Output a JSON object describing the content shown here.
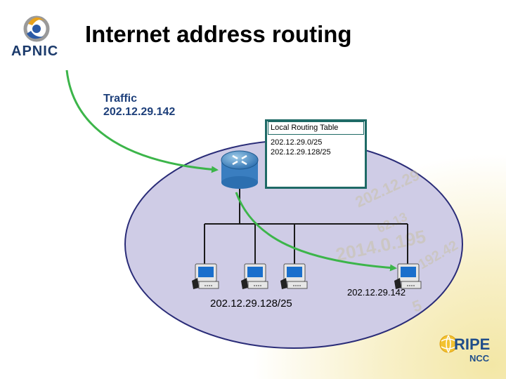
{
  "title": "Internet address routing",
  "logo_apnic": {
    "text": "APNIC",
    "icon": "apnic-swirl-logo"
  },
  "logo_ripe": {
    "text_top": "RIPE",
    "text_bottom": "NCC",
    "icon": "ripe-globe-logo"
  },
  "traffic": {
    "label": "Traffic",
    "address": "202.12.29.142"
  },
  "routing_table": {
    "title": "Local Routing Table",
    "entries": [
      "202.12.29.0/25",
      "202.12.29.128/25"
    ]
  },
  "network": {
    "subnet_label": "202.12.29.128/25",
    "destination_host_label": "202.12.29.142"
  },
  "watermark": [
    "202.12.29",
    "62.13",
    "2014.0.195",
    "192.42",
    "5"
  ],
  "colors": {
    "arrow": "#3cb54a",
    "network_fill": "#cfcce6",
    "network_stroke": "#2a2c78",
    "table_border": "#1e6a66",
    "title": "#000000",
    "traffic_text": "#1d3f7a"
  },
  "icons": [
    "router-icon",
    "computer-icon"
  ]
}
